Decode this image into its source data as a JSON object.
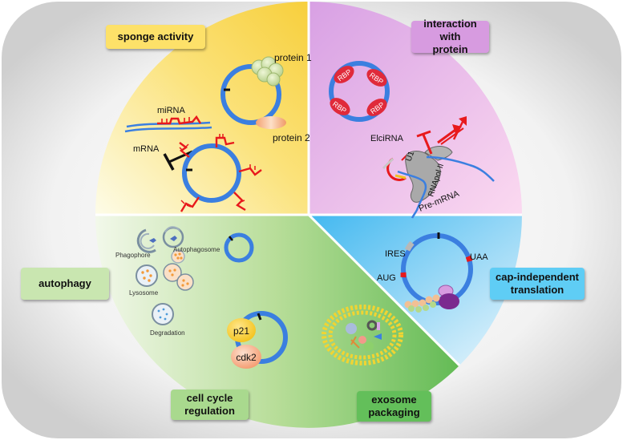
{
  "sections": {
    "sponge": {
      "label": "sponge activity",
      "protein1": "protein 1",
      "protein2": "protein 2",
      "mirna": "miRNA",
      "mrna": "mRNA"
    },
    "interaction": {
      "label_line1": "interaction with",
      "label_line2": "protein",
      "rbp": "RBP",
      "elcirna": "ElciRNA",
      "u1": "U1",
      "rnapol": "RNApol II",
      "premrna": "Pre-mRNA"
    },
    "translation": {
      "label_line1": "cap-independent",
      "label_line2": "translation",
      "ires": "IRES",
      "uaa": "UAA",
      "aug": "AUG"
    },
    "autophagy": {
      "label": "autophagy",
      "phagophore": "Phagophore",
      "autophagosome": "Autophagosome",
      "lysosome": "Lysosome",
      "degradation": "Degradation"
    },
    "cellcycle": {
      "label_line1": "cell cycle",
      "label_line2": "regulation",
      "p21": "p21",
      "cdk2": "cdk2"
    },
    "exosome": {
      "label_line1": "exosome",
      "label_line2": "packaging"
    }
  },
  "colors": {
    "sponge_bg": "#fbd84e",
    "interaction_bg": "#e2a7e6",
    "translation_bg": "#5cc3f0",
    "green_bg": "#8dcf6f",
    "circrna": "#3b7fe0",
    "mirna": "#e8191c",
    "rbp": "#e02a3a",
    "sponge_label": "#fde169",
    "interaction_label": "#d79be0",
    "translation_label": "#5fcdf5",
    "autophagy_label": "#c9e6b0",
    "cellcycle_label": "#a9d98e",
    "exosome_label": "#63bf5a"
  }
}
